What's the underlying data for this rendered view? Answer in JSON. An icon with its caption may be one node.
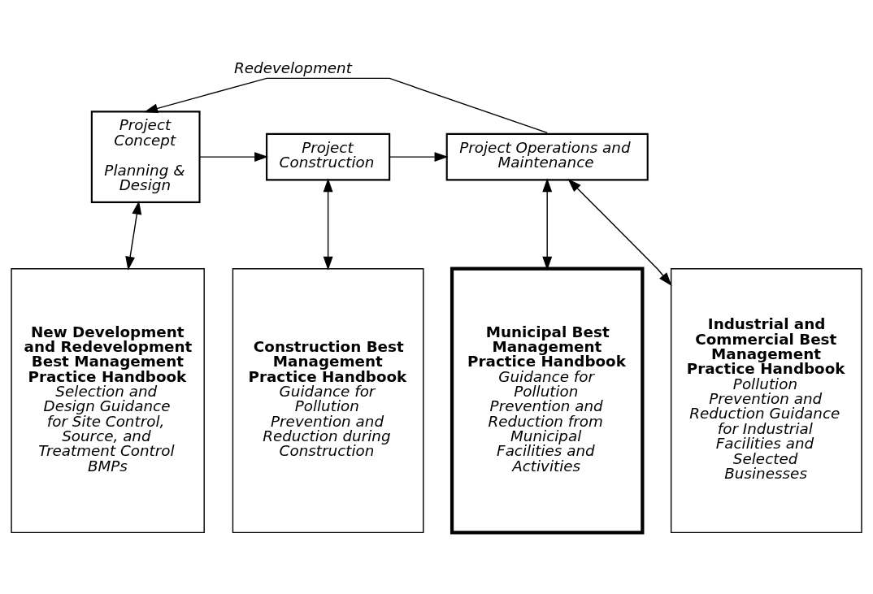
{
  "diagram": {
    "nodes": [
      {
        "text": [
          "Project Concept",
          "Planning & Design"
        ]
      },
      {
        "text": [
          "Project Construction"
        ]
      },
      {
        "text": [
          "Project Operations and Maintenance"
        ]
      },
      {
        "text": [
          "New Development and Redevelopment Best Management Practice Handbook",
          "Selection and Design Guidance for Site Control, Source, and Treatment Control BMPs"
        ]
      },
      {
        "text": [
          "Construction Best Management Practice Handbook",
          "Guidance for Pollution Prevention and Reduction during Construction"
        ]
      },
      {
        "text": [
          "Municipal Best Management Practice Handbook",
          "Guidance for Pollution Prevention and Reduction from Municipal Facilities and Activities"
        ]
      },
      {
        "text": [
          "Industrial and Commercial Best Management Practice Handbook",
          "Pollution Prevention and Reduction Guidance for Industrial Facilities and Selected Businesses"
        ]
      }
    ],
    "edges": [
      {
        "from": 0,
        "to": 1,
        "arrow": "to"
      },
      {
        "from": 1,
        "to": 2,
        "arrow": "to"
      },
      {
        "from": 2,
        "to": 0,
        "arrow": "to",
        "label": "Redevelopment"
      },
      {
        "from": 0,
        "to": 3,
        "arrow": "both"
      },
      {
        "from": 1,
        "to": 4,
        "arrow": "both"
      },
      {
        "from": 2,
        "to": 5,
        "arrow": "both"
      },
      {
        "from": 2,
        "to": 6,
        "arrow": "both"
      }
    ]
  }
}
